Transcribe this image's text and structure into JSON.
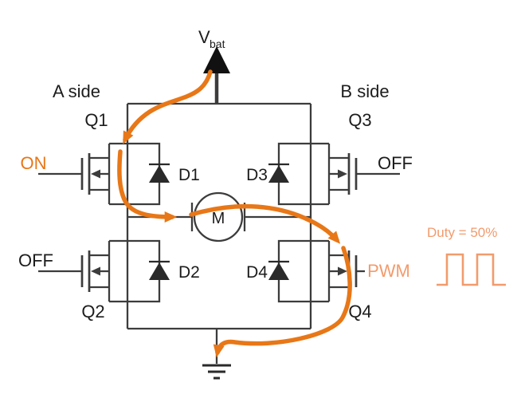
{
  "colors": {
    "wire": "#3c3c3c",
    "flow_orange": "#E87717",
    "light_orange": "#F29B6C",
    "arrow_black": "#111111"
  },
  "power": {
    "vbat_main": "V",
    "vbat_sub": "bat"
  },
  "sides": {
    "a": "A side",
    "b": "B side"
  },
  "transistors": {
    "q1": {
      "name": "Q1",
      "state": "ON"
    },
    "q2": {
      "name": "Q2",
      "state": "OFF"
    },
    "q3": {
      "name": "Q3",
      "state": "OFF"
    },
    "q4": {
      "name": "Q4",
      "state": "PWM"
    }
  },
  "diodes": {
    "d1": "D1",
    "d2": "D2",
    "d3": "D3",
    "d4": "D4"
  },
  "motor": {
    "label": "M"
  },
  "pwm": {
    "duty_label": "Duty = 50%"
  }
}
